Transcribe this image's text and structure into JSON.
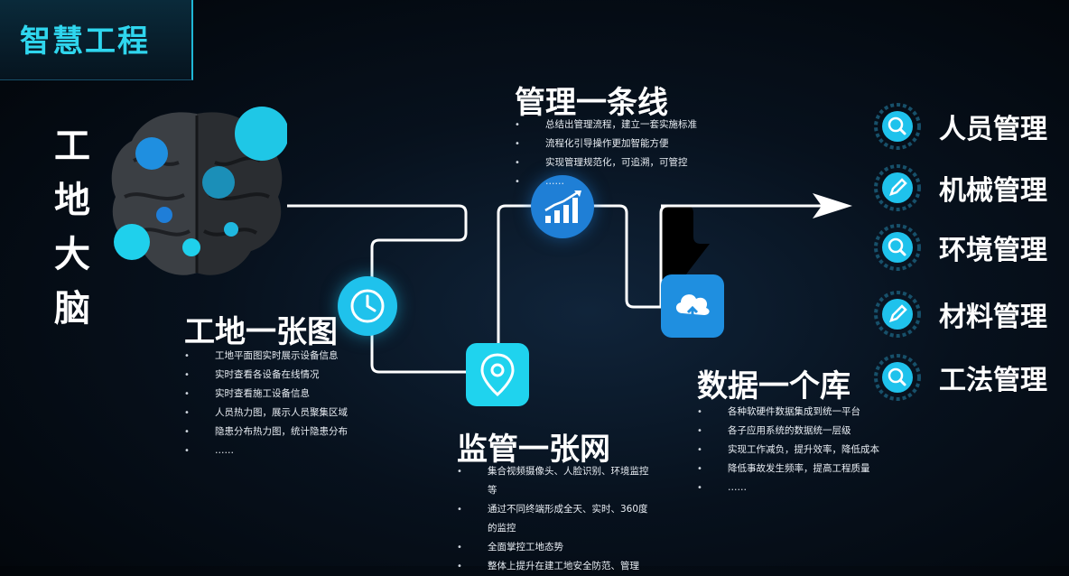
{
  "header": {
    "title": "智慧工程"
  },
  "brain_title": [
    "工",
    "地",
    "大",
    "脑"
  ],
  "sections": {
    "map": {
      "title": "工地一张图",
      "items": [
        "工地平面图实时展示设备信息",
        "实时查看各设备在线情况",
        "实时查看施工设备信息",
        "人员热力图，展示人员聚集区域",
        "隐患分布热力图，统计隐患分布",
        "……"
      ]
    },
    "net": {
      "title": "监管一张网",
      "items": [
        "集合视频摄像头、人脸识别、环境监控等",
        "通过不同终端形成全天、实时、360度的监控",
        "全面掌控工地态势",
        "整体上提升在建工地安全防范、管理"
      ]
    },
    "line": {
      "title": "管理一条线",
      "items": [
        "总结出管理流程，建立一套实施标准",
        "流程化引导操作更加智能方便",
        "实现管理规范化，可追溯，可管控",
        "……"
      ]
    },
    "db": {
      "title": "数据一个库",
      "items": [
        "各种软硬件数据集成到统一平台",
        "各子应用系统的数据统一层级",
        "实现工作减负，提升效率，降低成本",
        "降低事故发生频率，提高工程质量",
        "……"
      ]
    }
  },
  "management": [
    {
      "label": "人员管理",
      "icon": "search-icon"
    },
    {
      "label": "机械管理",
      "icon": "pencil-icon"
    },
    {
      "label": "环境管理",
      "icon": "search-icon"
    },
    {
      "label": "材料管理",
      "icon": "pencil-icon"
    },
    {
      "label": "工法管理",
      "icon": "search-icon"
    }
  ],
  "colors": {
    "accent": "#2fd6ee",
    "blue": "#1f8fe0",
    "cyan": "#1fd0ec"
  }
}
